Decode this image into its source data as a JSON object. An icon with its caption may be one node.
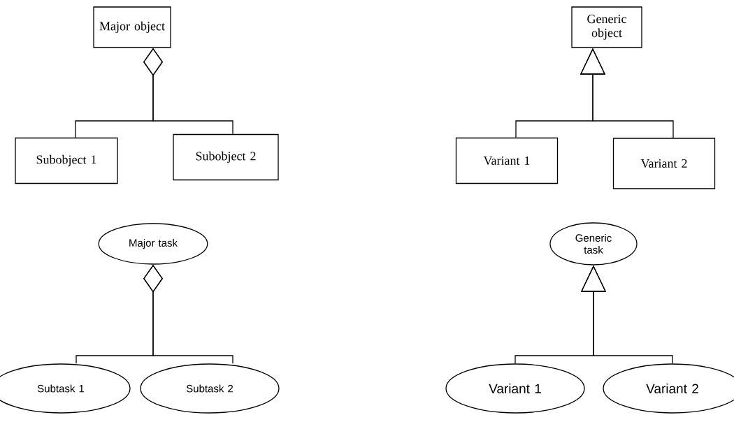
{
  "diagram": {
    "nodes": [
      {
        "text": [
          "Major object"
        ]
      },
      {
        "text": [
          "Subobject 1"
        ]
      },
      {
        "text": [
          "Subobject 2"
        ]
      },
      {
        "text": [
          "Generic object"
        ]
      },
      {
        "text": [
          "Variant 1"
        ]
      },
      {
        "text": [
          "Variant 2"
        ]
      },
      {
        "text": [
          "Major task"
        ]
      },
      {
        "text": [
          "Subtask 1"
        ]
      },
      {
        "text": [
          "Subtask 2"
        ]
      },
      {
        "text": [
          "Generic task"
        ]
      },
      {
        "text": [
          "Variant 1"
        ]
      },
      {
        "text": [
          "Variant 2"
        ]
      }
    ],
    "edges": [
      {
        "from": 1,
        "to": 0,
        "arrow": "other"
      },
      {
        "from": 2,
        "to": 0,
        "arrow": "other"
      },
      {
        "from": 4,
        "to": 3,
        "arrow": "to"
      },
      {
        "from": 5,
        "to": 3,
        "arrow": "to"
      },
      {
        "from": 7,
        "to": 6,
        "arrow": "other"
      },
      {
        "from": 8,
        "to": 6,
        "arrow": "other"
      },
      {
        "from": 10,
        "to": 9,
        "arrow": "to"
      },
      {
        "from": 11,
        "to": 9,
        "arrow": "to"
      }
    ]
  }
}
